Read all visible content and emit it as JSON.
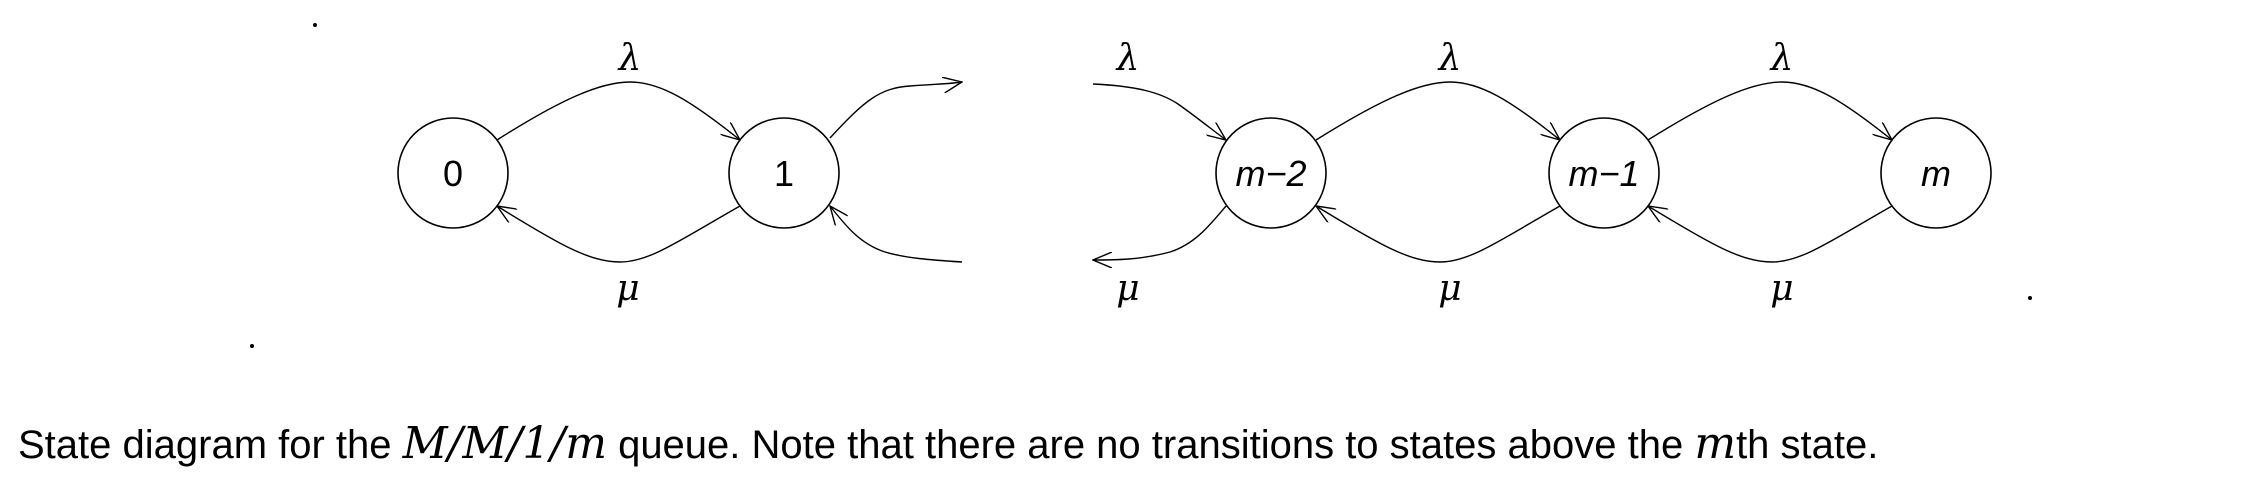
{
  "diagram": {
    "states": [
      "0",
      "1",
      "m−2",
      "m−1",
      "m"
    ],
    "arrival_rate_label": "λ",
    "service_rate_label": "μ"
  },
  "caption": {
    "prefix": "State diagram for the ",
    "queue_notation": "M/M/1/m",
    "middle": " queue. Note that there are no transitions to states above the ",
    "state_symbol": "m",
    "suffix": "th state."
  }
}
